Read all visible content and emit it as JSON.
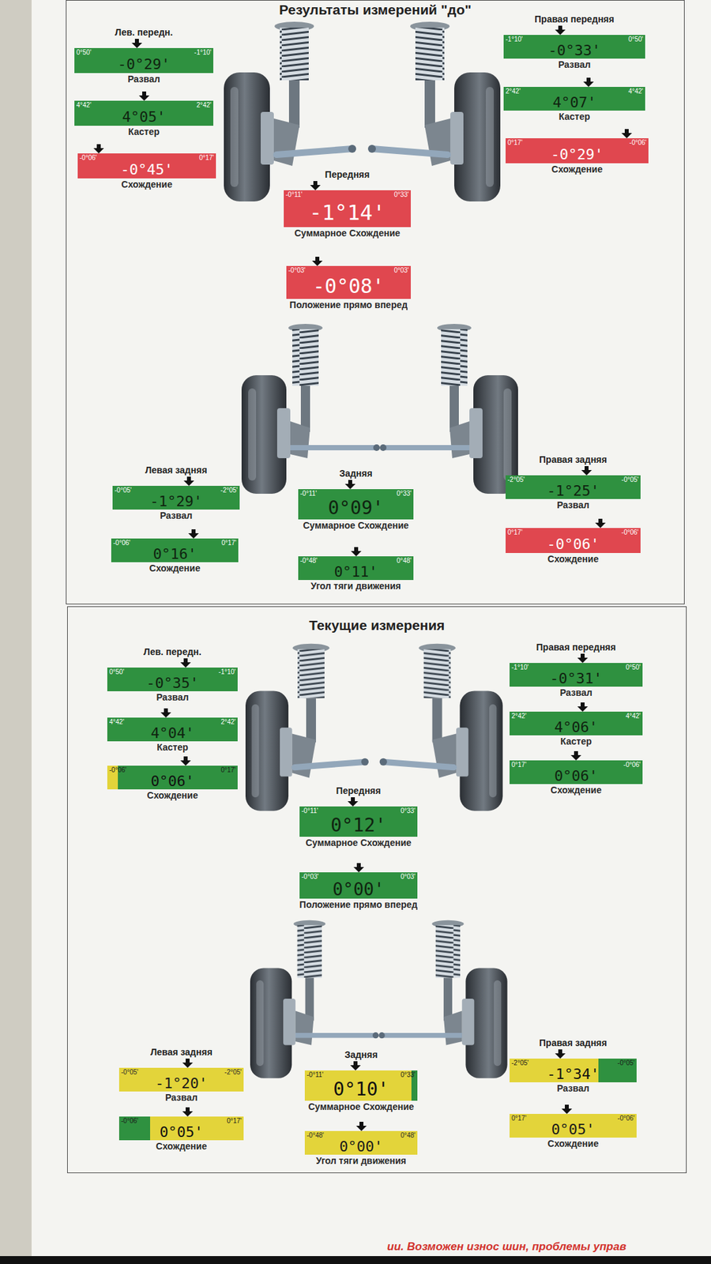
{
  "diagram": {
    "nodes": [
      {
        "text": [
          "Результаты измерений \"до\""
        ]
      },
      {
        "text": [
          "Лев. передн.",
          "0°50'",
          "-1°10'",
          "-0°29'",
          "Развал"
        ],
        "in": 0
      },
      {
        "text": [
          "4°42'",
          "2°42'",
          "4°05'",
          "Кастер"
        ],
        "in": 0
      },
      {
        "text": [
          "-0°06'",
          "0°17'",
          "-0°45'",
          "Схождение"
        ],
        "in": 0
      },
      {
        "text": [
          "Правая передняя",
          "-1°10'",
          "0°50'",
          "-0°33'",
          "Развал"
        ],
        "in": 0
      },
      {
        "text": [
          "2°42'",
          "4°42'",
          "4°07'",
          "Кастер"
        ],
        "in": 0
      },
      {
        "text": [
          "0°17'",
          "-0°06'",
          "-0°29'",
          "Схождение"
        ],
        "in": 0
      },
      {
        "text": [
          "Передняя",
          "-0°11'",
          "0°33'",
          "-1°14'",
          "Суммарное Схождение"
        ],
        "in": 0
      },
      {
        "text": [
          "-0°03'",
          "0°03'",
          "-0°08'",
          "Положение прямо вперед"
        ],
        "in": 0
      },
      {
        "text": [
          "Левая задняя",
          "-0°05'",
          "-2°05'",
          "-1°29'",
          "Развал"
        ],
        "in": 0
      },
      {
        "text": [
          "-0°06'",
          "0°17'",
          "0°16'",
          "Схождение"
        ],
        "in": 0
      },
      {
        "text": [
          "Задняя",
          "-0°11'",
          "0°33'",
          "0°09'",
          "Суммарное Схождение"
        ],
        "in": 0
      },
      {
        "text": [
          "-0°48'",
          "0°48'",
          "0°11'",
          "Угол тяги движения"
        ],
        "in": 0
      },
      {
        "text": [
          "Правая задняя",
          "-2°05'",
          "-0°05'",
          "-1°25'",
          "Развал"
        ],
        "in": 0
      },
      {
        "text": [
          "0°17'",
          "-0°06'",
          "-0°06'",
          "Схождение"
        ],
        "in": 0
      },
      {
        "text": [
          "Текущие измерения"
        ]
      },
      {
        "text": [
          "Лев. передн.",
          "0°50'",
          "-1°10'",
          "-0°35'",
          "Развал"
        ],
        "in": 15
      },
      {
        "text": [
          "4°42'",
          "2°42'",
          "4°04'",
          "Кастер"
        ],
        "in": 15
      },
      {
        "text": [
          "-0°06'",
          "0°17'",
          "0°06'",
          "Схождение"
        ],
        "in": 15
      },
      {
        "text": [
          "Правая передняя",
          "-1°10'",
          "0°50'",
          "-0°31'",
          "Развал"
        ],
        "in": 15
      },
      {
        "text": [
          "2°42'",
          "4°42'",
          "4°06'",
          "Кастер"
        ],
        "in": 15
      },
      {
        "text": [
          "0°17'",
          "-0°06'",
          "0°06'",
          "Схождение"
        ],
        "in": 15
      },
      {
        "text": [
          "Передняя",
          "-0°11'",
          "0°33'",
          "0°12'",
          "Суммарное Схождение"
        ],
        "in": 15
      },
      {
        "text": [
          "-0°03'",
          "0°03'",
          "0°00'",
          "Положение прямо вперед"
        ],
        "in": 15
      },
      {
        "text": [
          "Левая задняя",
          "-0°05'",
          "-2°05'",
          "-1°20'",
          "Развал"
        ],
        "in": 15
      },
      {
        "text": [
          "-0°06'",
          "0°17'",
          "0°05'",
          "Схождение"
        ],
        "in": 15
      },
      {
        "text": [
          "Задняя",
          "-0°11'",
          "0°33'",
          "0°10'",
          "Суммарное Схождение"
        ],
        "in": 15
      },
      {
        "text": [
          "-0°48'",
          "0°48'",
          "0°00'",
          "Угол тяги движения"
        ],
        "in": 15
      },
      {
        "text": [
          "Правая задняя",
          "-2°05'",
          "-0°05'",
          "-1°34'",
          "Развал"
        ],
        "in": 15
      },
      {
        "text": [
          "0°17'",
          "-0°06'",
          "0°05'",
          "Схождение"
        ],
        "in": 15
      }
    ],
    "labels": [
      "ии. Возможен износ шин, проблемы управ"
    ]
  }
}
